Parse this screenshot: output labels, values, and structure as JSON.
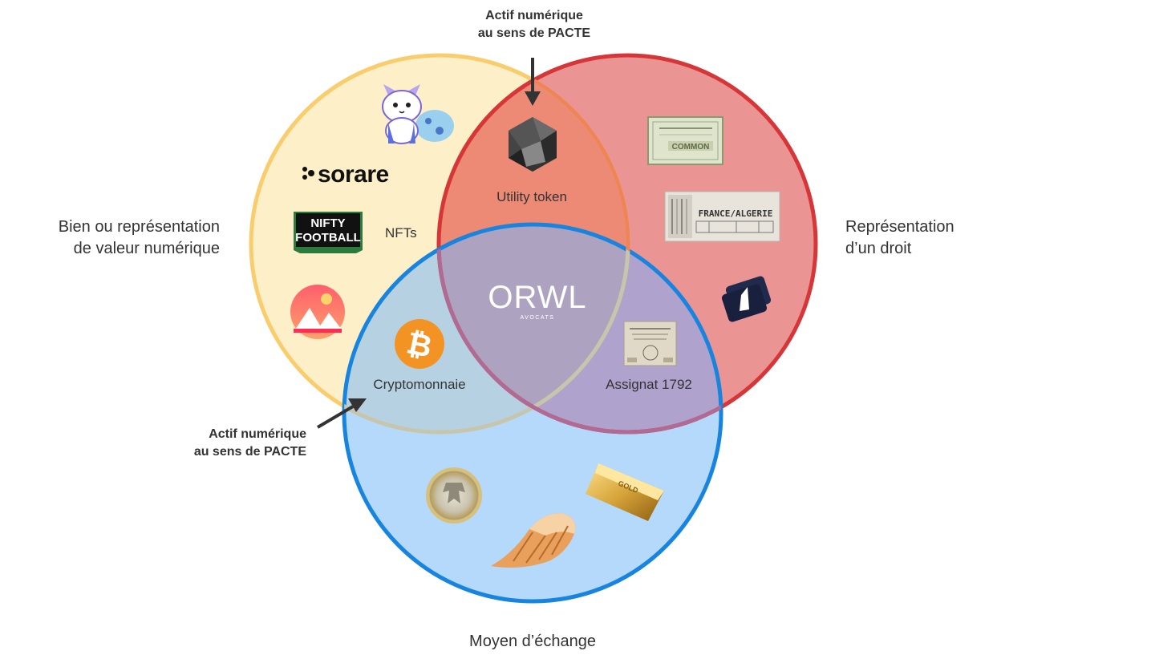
{
  "labels": {
    "pacte_top_line1": "Actif numérique",
    "pacte_top_line2": "au sens de PACTE",
    "pacte_left_line1": "Actif numérique",
    "pacte_left_line2": "au sens de PACTE",
    "left_line1": "Bien ou représentation",
    "left_line2": "de valeur numérique",
    "right_line1": "Représentation",
    "right_line2": "d’un droit",
    "bottom": "Moyen d’échange"
  },
  "inner": {
    "utility": "Utility token",
    "nfts": "NFTs",
    "crypto": "Cryptomonnaie",
    "assignat": "Assignat 1792"
  },
  "logos": {
    "sorare": "sorare",
    "nifty1": "NIFTY",
    "nifty2": "FOOTBALL",
    "orwl": "ORWL",
    "orwl_sub": "AVOCATS",
    "common": "COMMON",
    "ticket": "FRANCE/ALGERIE",
    "gold": "GOLD"
  },
  "colors": {
    "yellow_fill": "#fdf0c8",
    "yellow_stroke": "#f9cd6d",
    "red_fill": "#ea9594",
    "red_stroke": "#d63638",
    "blue_fill": "#b5d9fb",
    "blue_stroke": "#1784e0"
  }
}
